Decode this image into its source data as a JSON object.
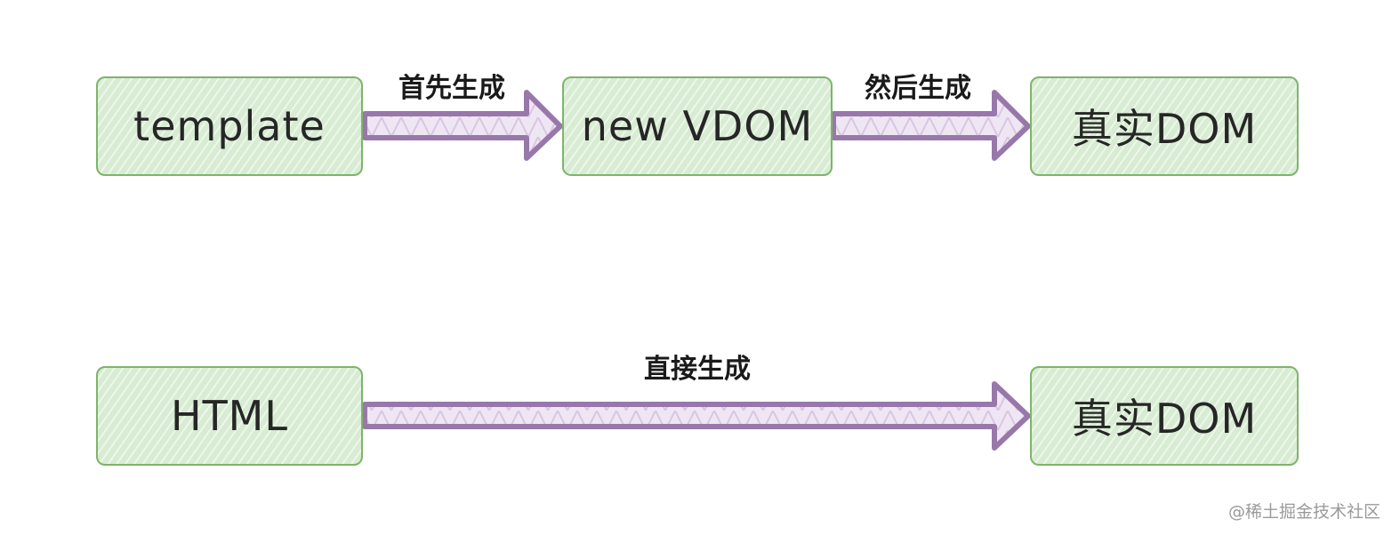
{
  "nodes": {
    "template": "template",
    "new_vdom": "new VDOM",
    "real_dom_top": "真实DOM",
    "html": "HTML",
    "real_dom_bottom": "真实DOM"
  },
  "edges": {
    "first_generate": "首先生成",
    "then_generate": "然后生成",
    "direct_generate": "直接生成"
  },
  "colors": {
    "box_fill": "#d7ecd2",
    "box_border": "#7fb46b",
    "arrow_stroke": "#9878ab",
    "arrow_fill": "#e9dcef"
  },
  "watermark": "@稀土掘金技术社区"
}
